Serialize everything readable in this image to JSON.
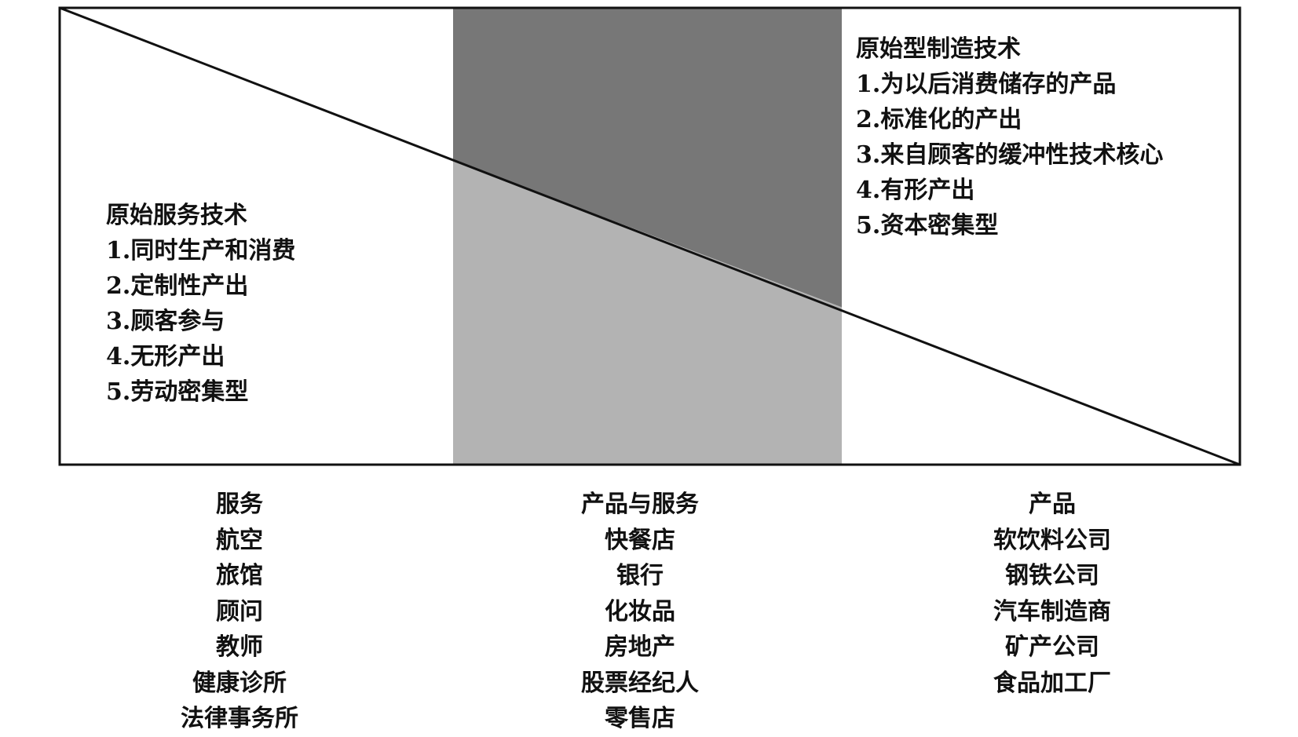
{
  "colors": {
    "dark_band": "#777777",
    "light_band": "#b3b3b3",
    "stroke": "#111111",
    "background": "#ffffff"
  },
  "manufacturing": {
    "title": "原始型制造技术",
    "items": [
      "1.为以后消费储存的产品",
      "2.标准化的产出",
      "3.来自顾客的缓冲性技术核心",
      "4.有形产出",
      "5.资本密集型"
    ]
  },
  "service": {
    "title": "原始服务技术",
    "items": [
      "1.同时生产和消费",
      "2.定制性产出",
      "3.顾客参与",
      "4.无形产出",
      "5.劳动密集型"
    ]
  },
  "columns": {
    "services": {
      "header": "服务",
      "items": [
        "航空",
        "旅馆",
        "顾问",
        "教师",
        "健康诊所",
        "法律事务所"
      ]
    },
    "products_services": {
      "header": "产品与服务",
      "items": [
        "快餐店",
        "银行",
        "化妆品",
        "房地产",
        "股票经纪人",
        "零售店"
      ]
    },
    "products": {
      "header": "产品",
      "items": [
        "软饮料公司",
        "钢铁公司",
        "汽车制造商",
        "矿产公司",
        "食品加工厂"
      ]
    }
  }
}
